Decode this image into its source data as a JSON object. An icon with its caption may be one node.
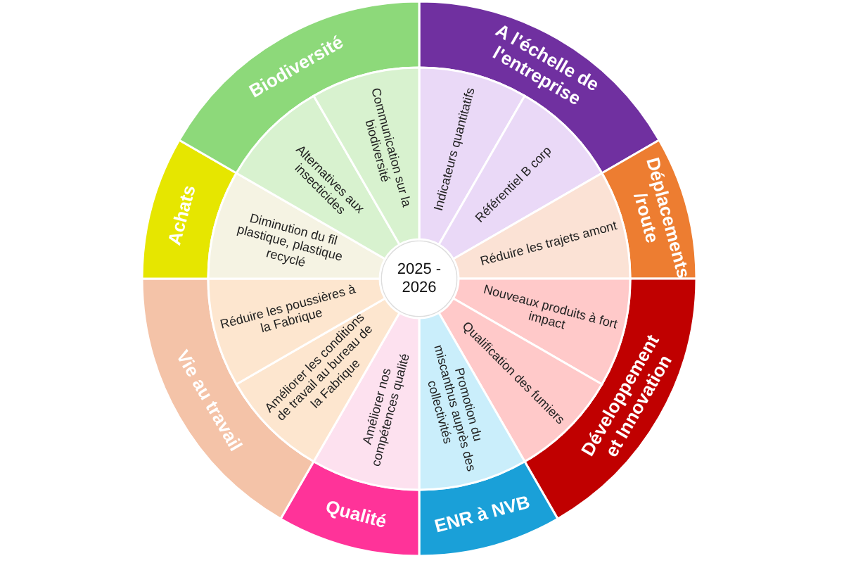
{
  "diagram": {
    "nodes": [
      {
        "text": [
          "2025 - 2026"
        ]
      },
      {
        "text": [
          "A l'échelle de l'entreprise"
        ]
      },
      {
        "text": [
          "Déplacements /route"
        ]
      },
      {
        "text": [
          "Développement et Innovation"
        ]
      },
      {
        "text": [
          "ENR à NVB"
        ]
      },
      {
        "text": [
          "Qualité"
        ]
      },
      {
        "text": [
          "Vie au travail"
        ]
      },
      {
        "text": [
          "Achats"
        ]
      },
      {
        "text": [
          "Biodiversité"
        ]
      },
      {
        "text": [
          "Indicateurs quantitatifs"
        ]
      },
      {
        "text": [
          "Référentiel B corp"
        ]
      },
      {
        "text": [
          "Réduire les trajets amont"
        ]
      },
      {
        "text": [
          "Nouveaux produits à fort impact"
        ]
      },
      {
        "text": [
          "Qualification des fumiers"
        ]
      },
      {
        "text": [
          "Promotion du miscanthus auprès des collectivités"
        ]
      },
      {
        "text": [
          "Améliorer nos compétences qualité"
        ]
      },
      {
        "text": [
          "Améliorer les conditions de travail au bureau de la Fabrique"
        ]
      },
      {
        "text": [
          "Réduire les poussières à la Fabrique"
        ]
      },
      {
        "text": [
          "Diminution du fil plastique, plastique recyclé"
        ]
      },
      {
        "text": [
          "Alternatives aux insecticides"
        ]
      },
      {
        "text": [
          "Communication sur la biodiversité"
        ]
      }
    ]
  }
}
